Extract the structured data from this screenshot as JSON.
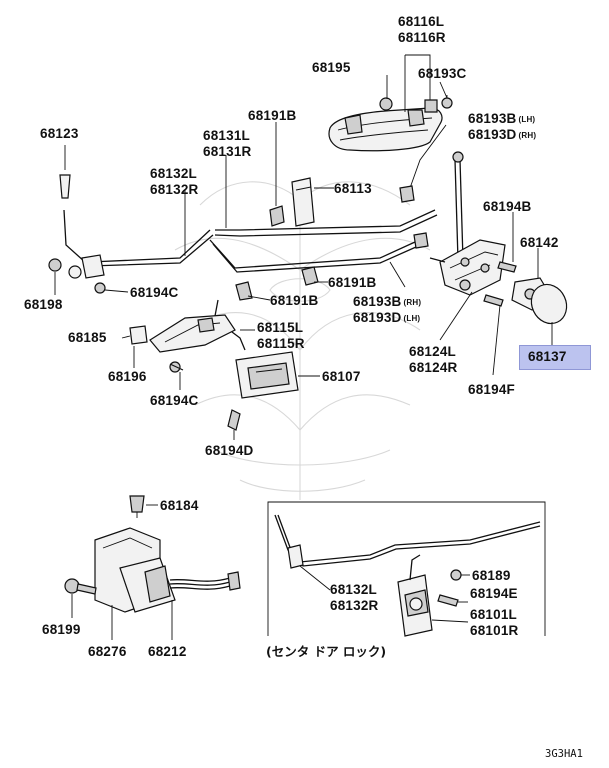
{
  "labels": {
    "p68116": [
      "68116L",
      "68116R"
    ],
    "p68195": "68195",
    "p68193c": "68193C",
    "p68191b_top": "68191B",
    "p68131": [
      "68131L",
      "68131R"
    ],
    "p68123": "68123",
    "p68193b_lh": "68193B",
    "p68193d_rh": "68193D",
    "suffix_lh": "(LH)",
    "suffix_rh": "(RH)",
    "p68132_top": [
      "68132L",
      "68132R"
    ],
    "p68113": "68113",
    "p68194b": "68194B",
    "p68142": "68142",
    "p68198": "68198",
    "p68194c_upper": "68194C",
    "p68191b_mid": "68191B",
    "p68191b_right": "68191B",
    "p68193b_rh": "68193B",
    "p68193d_lh": "68193D",
    "p68185": "68185",
    "p68115": [
      "68115L",
      "68115R"
    ],
    "p68124": [
      "68124L",
      "68124R"
    ],
    "p68137": "68137",
    "p68196": "68196",
    "p68107": "68107",
    "p68194c_lower": "68194C",
    "p68194f": "68194F",
    "p68194d": "68194D",
    "p68184": "68184",
    "p68199": "68199",
    "p68276": "68276",
    "p68212": "68212",
    "p68132_bottom": [
      "68132L",
      "68132R"
    ],
    "p68189": "68189",
    "p68194e": "68194E",
    "p68101": [
      "68101L",
      "68101R"
    ]
  },
  "center_door_caption": "(センタ ドア ロック)",
  "diagram_code": "3G3HA1",
  "highlight_color": "#bcc3ef"
}
